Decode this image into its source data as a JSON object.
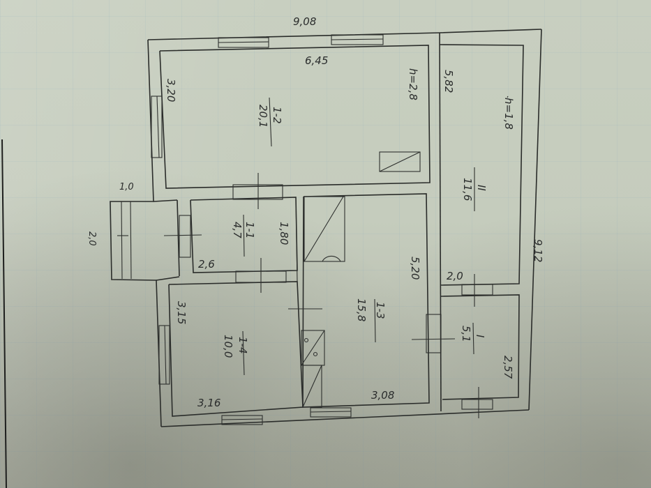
{
  "drawing": {
    "type": "floor-plan-sketch",
    "paper_color": "#c6cdbf",
    "ink_color": "#2a2c2a"
  },
  "overall_dimensions": {
    "top_width": "9,08",
    "right_length": "9,12"
  },
  "rooms": [
    {
      "id": "1-2",
      "area": "20,1",
      "width": "6,45",
      "depth": "3,20",
      "height_note": "h=2,8"
    },
    {
      "id": "1-1",
      "area": "4,7",
      "width": "2,6",
      "depth": "1,80"
    },
    {
      "id": "1-3",
      "area": "15,8",
      "width": "3,08",
      "depth": "5,20"
    },
    {
      "id": "1-4",
      "area": "10,0",
      "width": "3,16",
      "depth": "3,15"
    },
    {
      "id": "II",
      "area": "11,6",
      "depth": "5,82",
      "height_note": "h=1,8"
    },
    {
      "id": "I",
      "area": "5,1",
      "width": "2,0",
      "depth": "2,57"
    }
  ],
  "porch": {
    "width": "1,0",
    "length": "2,0"
  },
  "labels": {
    "top_width": "9,08",
    "room_1_2_width": "6,45",
    "room_1_2_depth": "3,20",
    "room_1_2_id": "1-2",
    "room_1_2_area": "20,1",
    "room_1_2_height": "h=2,8",
    "room_II_depth": "5,82",
    "room_II_height": "h=1,8",
    "room_II_id": "II",
    "room_II_area": "11,6",
    "right_length": "9,12",
    "porch_width": "1,0",
    "porch_length": "2,0",
    "room_1_1_id": "1-1",
    "room_1_1_area": "4,7",
    "room_1_1_depth": "1,80",
    "room_1_1_width": "2,6",
    "room_1_3_depth": "5,20",
    "room_1_3_id": "1-3",
    "room_1_3_area": "15,8",
    "room_1_3_width": "3,08",
    "room_I_width": "2,0",
    "room_I_id": "I",
    "room_I_area": "5,1",
    "room_I_depth": "2,57",
    "room_1_4_depth": "3,15",
    "room_1_4_id": "1-4",
    "room_1_4_area": "10,0",
    "room_1_4_width": "3,16"
  }
}
